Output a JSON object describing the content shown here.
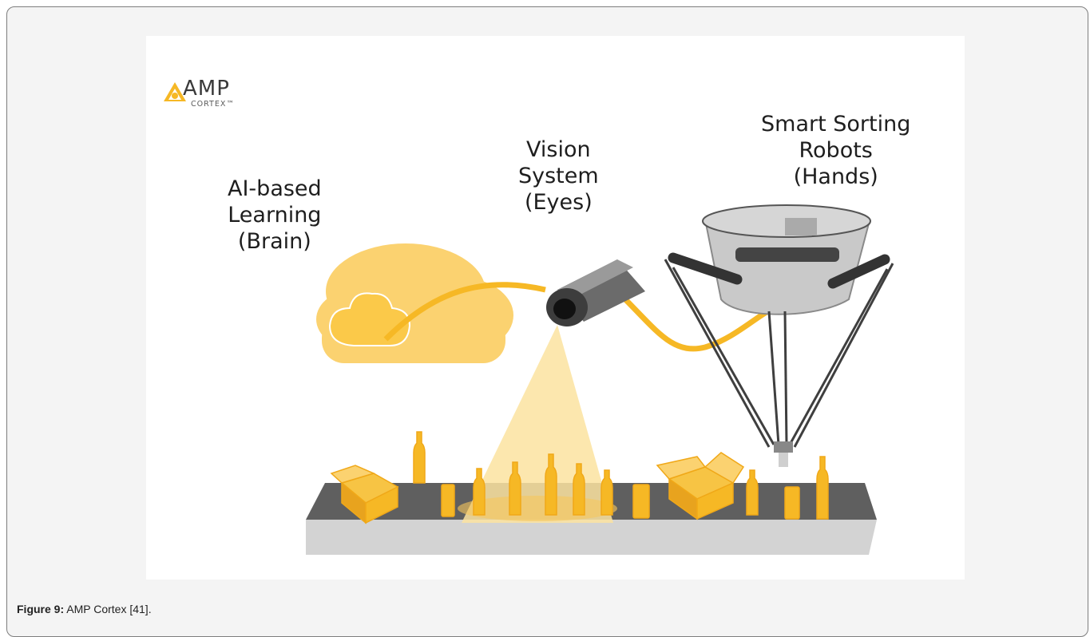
{
  "figure": {
    "logo": {
      "word": "AMP",
      "sub": "CORTEX™"
    },
    "labels": {
      "brain": [
        "AI-based",
        "Learning",
        "(Brain)"
      ],
      "eyes": [
        "Vision",
        "System",
        "(Eyes)"
      ],
      "hands": [
        "Smart Sorting",
        "Robots",
        "(Hands)"
      ]
    },
    "colors": {
      "accent": "#f6b825",
      "belt": "#6a6a6a",
      "robot_body": "#c9c9c9",
      "cloud": "#fbd270"
    }
  },
  "caption": {
    "label": "Figure 9:",
    "text": " AMP Cortex [41]."
  }
}
